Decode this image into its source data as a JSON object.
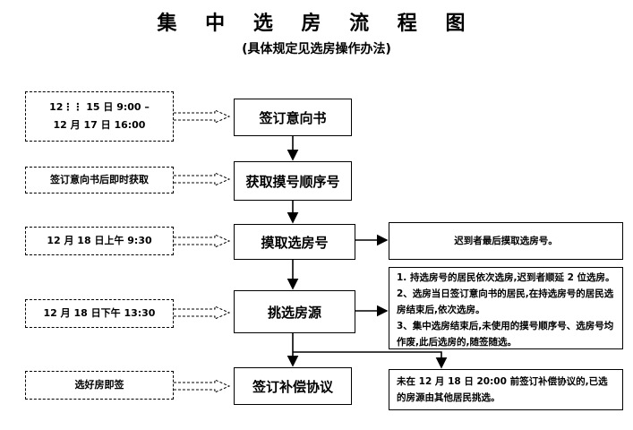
{
  "title": "集 中 选 房 流 程 图",
  "subtitle": "(具体规定见选房操作办法)",
  "steps": [
    "签订意向书",
    "获取摸号顺序号",
    "摸取选房号",
    "挑选房源",
    "签订补偿协议"
  ],
  "notes": [
    [
      "12⋮⋮ 15 日 9:00 –",
      "12 月 17 日 16:00"
    ],
    "签订意向书后即时获取",
    "12 月 18 日上午 9:30",
    "12 月 18 日下午 13:30",
    "选好房即签"
  ],
  "side": {
    "late": "迟到者最后摸取选房号。",
    "rules": [
      "1. 持选房号的居民依次选房,迟到者顺延 2 位选房。",
      "2、选房当日签订意向书的居民,在持选房号的居民选房结束后,依次选房。",
      "3、集中选房结束后,未使用的摸号顺序号、选房号均作废,此后选房的,随签随选。"
    ],
    "deadline": "未在 12 月 18 日 20:00 前签订补偿协议的,已选的房源由其他居民挑选。"
  }
}
